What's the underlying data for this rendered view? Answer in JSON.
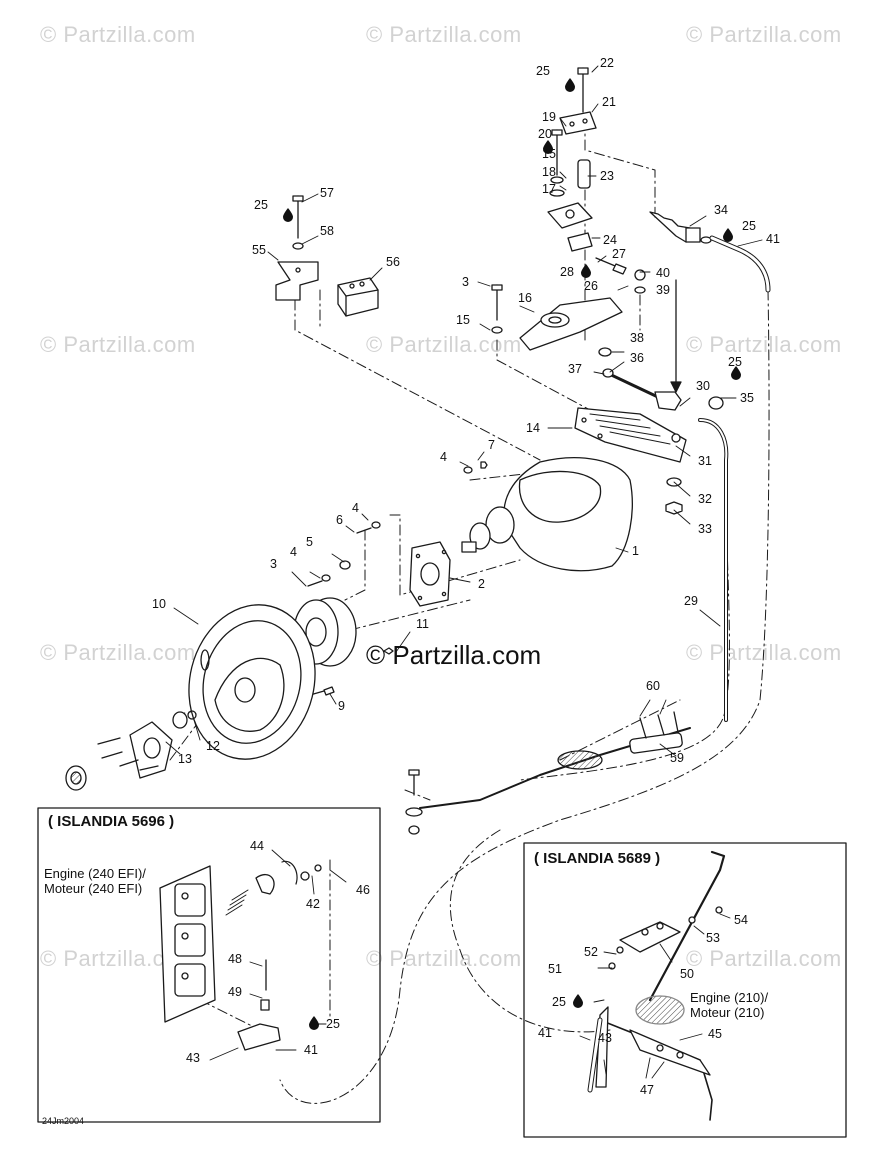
{
  "watermarks": {
    "text": "© Partzilla.com",
    "center_text": "© Partzilla.com"
  },
  "insets": {
    "left_title": "( ISLANDIA 5696 )",
    "right_title": "( ISLANDIA 5689 )",
    "left_engine_note": [
      "Engine (240 EFI)/",
      "Moteur (240 EFI)"
    ],
    "right_engine_note": [
      "Engine (210)/",
      "Moteur (210)"
    ]
  },
  "footer_code": "24Jm2004",
  "callouts": [
    {
      "id": "c-22",
      "text": "22"
    },
    {
      "id": "c-25a",
      "text": "25"
    },
    {
      "id": "c-21",
      "text": "21"
    },
    {
      "id": "c-19",
      "text": "19"
    },
    {
      "id": "c-20",
      "text": "20"
    },
    {
      "id": "c-15a",
      "text": "15"
    },
    {
      "id": "c-18",
      "text": "18"
    },
    {
      "id": "c-23",
      "text": "23"
    },
    {
      "id": "c-17",
      "text": "17"
    },
    {
      "id": "c-24",
      "text": "24"
    },
    {
      "id": "c-27",
      "text": "27"
    },
    {
      "id": "c-28",
      "text": "28"
    },
    {
      "id": "c-26",
      "text": "26"
    },
    {
      "id": "c-34",
      "text": "34"
    },
    {
      "id": "c-25b",
      "text": "25"
    },
    {
      "id": "c-41a",
      "text": "41"
    },
    {
      "id": "c-40",
      "text": "40"
    },
    {
      "id": "c-39",
      "text": "39"
    },
    {
      "id": "c-57",
      "text": "57"
    },
    {
      "id": "c-25c",
      "text": "25"
    },
    {
      "id": "c-58",
      "text": "58"
    },
    {
      "id": "c-55",
      "text": "55"
    },
    {
      "id": "c-56",
      "text": "56"
    },
    {
      "id": "c-3a",
      "text": "3"
    },
    {
      "id": "c-16",
      "text": "16"
    },
    {
      "id": "c-15b",
      "text": "15"
    },
    {
      "id": "c-38",
      "text": "38"
    },
    {
      "id": "c-36",
      "text": "36"
    },
    {
      "id": "c-37",
      "text": "37"
    },
    {
      "id": "c-25d",
      "text": "25"
    },
    {
      "id": "c-30",
      "text": "30"
    },
    {
      "id": "c-35",
      "text": "35"
    },
    {
      "id": "c-14",
      "text": "14"
    },
    {
      "id": "c-31",
      "text": "31"
    },
    {
      "id": "c-7",
      "text": "7"
    },
    {
      "id": "c-4a",
      "text": "4"
    },
    {
      "id": "c-32",
      "text": "32"
    },
    {
      "id": "c-33",
      "text": "33"
    },
    {
      "id": "c-4b",
      "text": "4"
    },
    {
      "id": "c-6",
      "text": "6"
    },
    {
      "id": "c-5",
      "text": "5"
    },
    {
      "id": "c-4c",
      "text": "4"
    },
    {
      "id": "c-3b",
      "text": "3"
    },
    {
      "id": "c-1",
      "text": "1"
    },
    {
      "id": "c-2",
      "text": "2"
    },
    {
      "id": "c-29",
      "text": "29"
    },
    {
      "id": "c-10",
      "text": "10"
    },
    {
      "id": "c-11",
      "text": "11"
    },
    {
      "id": "c-60",
      "text": "60"
    },
    {
      "id": "c-9",
      "text": "9"
    },
    {
      "id": "c-12",
      "text": "12"
    },
    {
      "id": "c-13",
      "text": "13"
    },
    {
      "id": "c-59",
      "text": "59"
    },
    {
      "id": "c-44",
      "text": "44"
    },
    {
      "id": "c-46",
      "text": "46"
    },
    {
      "id": "c-42",
      "text": "42"
    },
    {
      "id": "c-48",
      "text": "48"
    },
    {
      "id": "c-49",
      "text": "49"
    },
    {
      "id": "c-25e",
      "text": "25"
    },
    {
      "id": "c-43a",
      "text": "43"
    },
    {
      "id": "c-41b",
      "text": "41"
    },
    {
      "id": "c-54",
      "text": "54"
    },
    {
      "id": "c-53",
      "text": "53"
    },
    {
      "id": "c-52",
      "text": "52"
    },
    {
      "id": "c-51",
      "text": "51"
    },
    {
      "id": "c-50",
      "text": "50"
    },
    {
      "id": "c-25f",
      "text": "25"
    },
    {
      "id": "c-41c",
      "text": "41"
    },
    {
      "id": "c-43b",
      "text": "43"
    },
    {
      "id": "c-45",
      "text": "45"
    },
    {
      "id": "c-47",
      "text": "47"
    }
  ]
}
